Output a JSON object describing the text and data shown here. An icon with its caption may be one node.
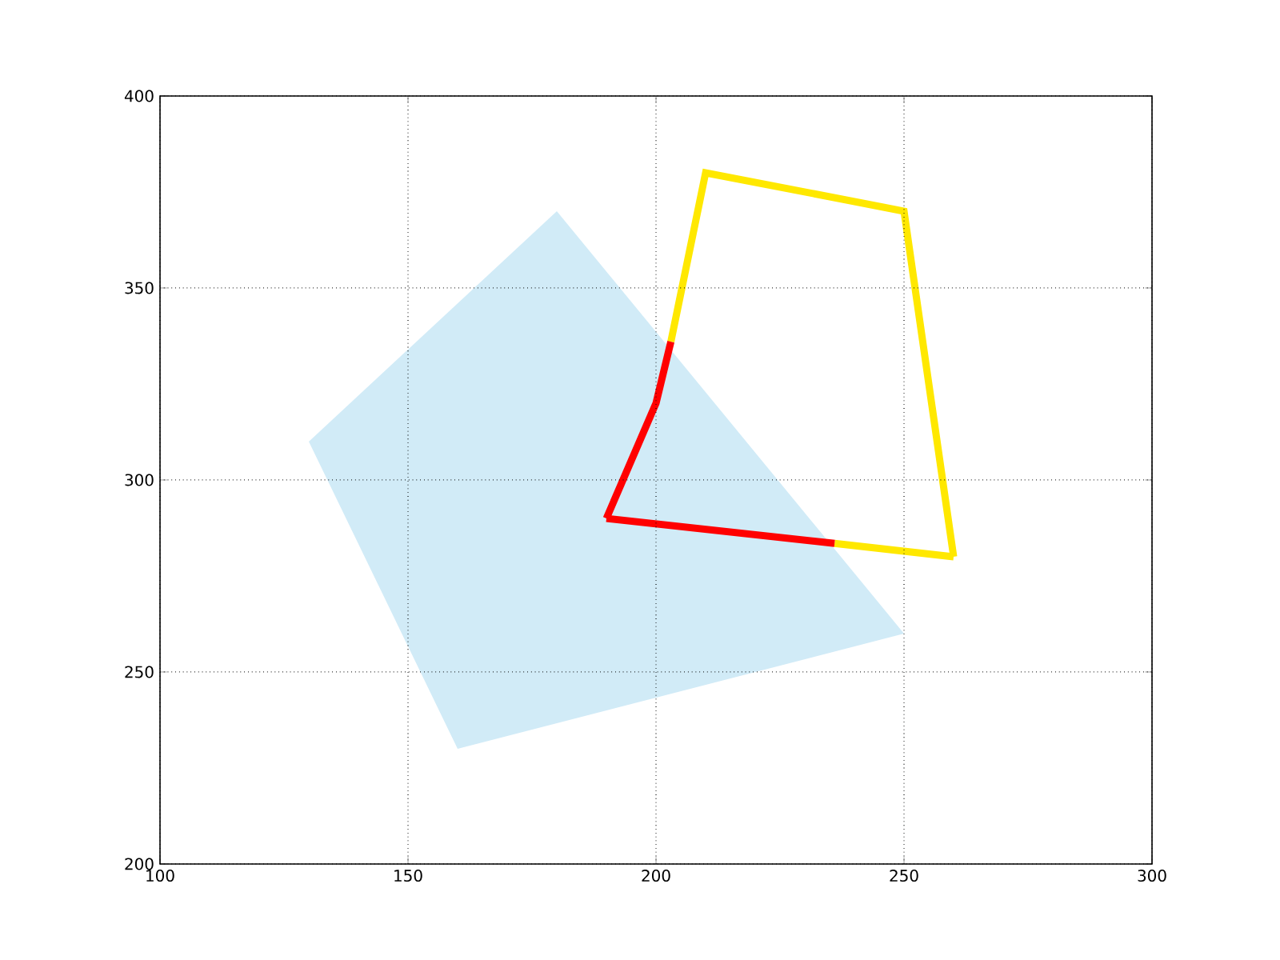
{
  "diagram": {
    "chart_data": {
      "type": "line",
      "grid": true,
      "xlim": [
        100,
        300
      ],
      "ylim": [
        200,
        400
      ],
      "xticks": [
        100,
        150,
        200,
        250,
        300
      ],
      "yticks": [
        200,
        250,
        300,
        350,
        400
      ],
      "series": [
        {
          "color": "#d1ebf7",
          "type": "area",
          "x": [
            130,
            180,
            250
          ],
          "values": [
            310,
            370,
            260
          ]
        },
        {
          "color": "#ffffff",
          "type": "area",
          "x": [
            130,
            160,
            250
          ],
          "values": [
            310,
            230,
            260
          ]
        },
        {
          "color": "#ffe800",
          "x": [
            203,
            210,
            250,
            260
          ],
          "values": [
            336,
            380,
            370,
            280
          ]
        },
        {
          "color": "#ffe800",
          "x": [
            236,
            260
          ],
          "values": [
            283.5,
            280
          ]
        },
        {
          "color": "#ff0000",
          "x": [
            190,
            200,
            203
          ],
          "values": [
            290,
            320,
            336
          ]
        },
        {
          "color": "#ff0000",
          "x": [
            190,
            236
          ],
          "values": [
            290,
            283.5
          ]
        }
      ]
    }
  }
}
